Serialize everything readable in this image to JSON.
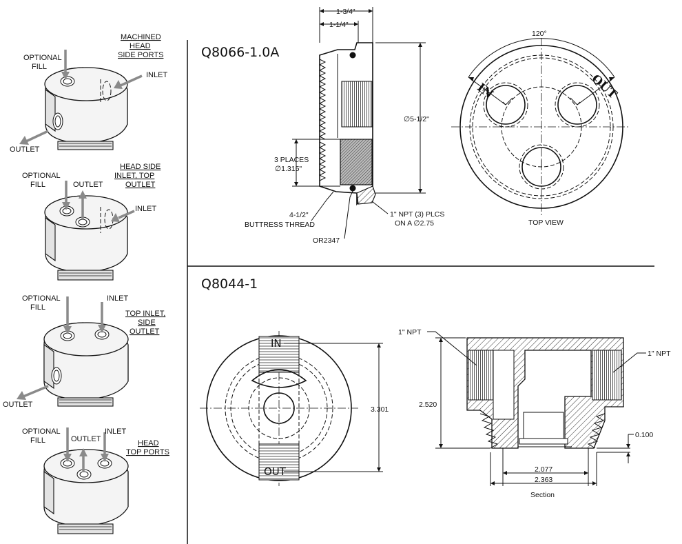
{
  "left_panel": {
    "variants": [
      {
        "labels": {
          "fill": "OPTIONAL\nFILL",
          "side_ports": "MACHINED\nHEAD\nSIDE PORTS",
          "inlet": "INLET",
          "outlet": "OUTLET"
        }
      },
      {
        "labels": {
          "fill": "OPTIONAL\nFILL",
          "outlet": "OUTLET",
          "title": "HEAD SIDE\nINLET, TOP\nOUTLET",
          "inlet": "INLET"
        }
      },
      {
        "labels": {
          "fill": "OPTIONAL\nFILL",
          "inlet": "INLET",
          "title": "TOP INLET,\nSIDE\nOUTLET",
          "outlet": "OUTLET"
        }
      },
      {
        "labels": {
          "fill": "OPTIONAL\nFILL",
          "outlet": "OUTLET",
          "inlet": "INLET",
          "title": "HEAD\nTOP PORTS"
        }
      }
    ]
  },
  "q8066": {
    "title": "Q8066-1.0A",
    "dims": {
      "overall": "1-3/4\"",
      "inner": "1-1/4\"",
      "diameter": "∅5-1/2\"",
      "places": "3 PLACES",
      "places_dia": "∅1.315\"",
      "buttress_size": "4-1/2\"",
      "buttress": "BUTTRESS THREAD",
      "oring": "OR2347",
      "npt": "1\" NPT (3) PLCS",
      "npt2": "ON A ∅2.75",
      "angle": "120°"
    },
    "top_view": {
      "caption": "TOP VIEW",
      "in": "IN",
      "out": "OUT"
    }
  },
  "q8044": {
    "title": "Q8044-1",
    "top": {
      "in": "IN",
      "out": "OUT",
      "dim": "3.301"
    },
    "section": {
      "npt_left": "1\" NPT",
      "npt_right": "1\" NPT",
      "height": "2.520",
      "step": "0.100",
      "inner": "2.077",
      "outer": "2.363",
      "caption": "Section"
    }
  }
}
